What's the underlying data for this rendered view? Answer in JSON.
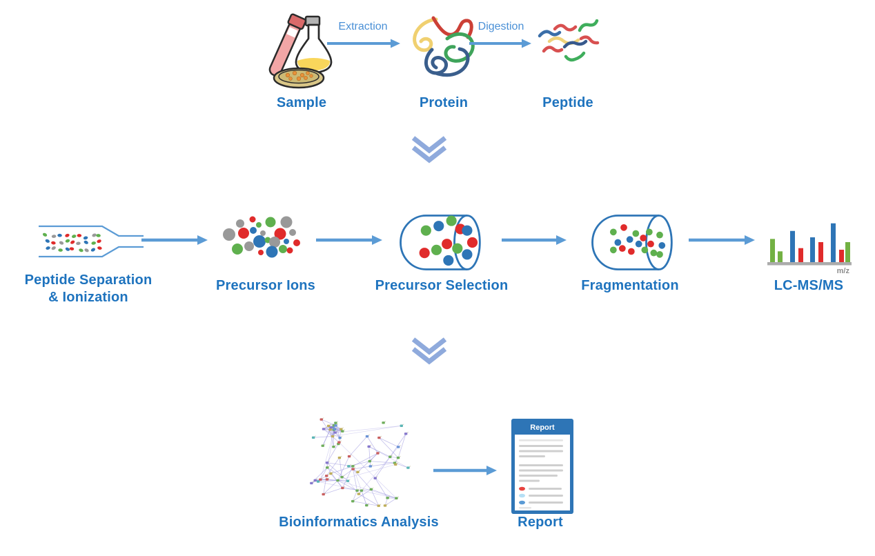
{
  "colors": {
    "label_blue": "#1E73BE",
    "arrow_blue": "#5B9BD5",
    "small_label_blue": "#4A90D6",
    "chevron_blue": "#8FAADC",
    "outline_blue": "#2E75B6",
    "dot_red": "#E02B2B",
    "dot_green": "#5FB04E",
    "dot_blue": "#2E75B6",
    "dot_gray": "#999999",
    "bar_green": "#73B143",
    "bar_blue": "#2E75B6",
    "bar_red": "#E02B2B",
    "axis_gray": "#ABABAB"
  },
  "row1": {
    "steps": [
      {
        "label": "Sample"
      },
      {
        "label": "Protein"
      },
      {
        "label": "Peptide"
      }
    ],
    "arrows": [
      {
        "label": "Extraction"
      },
      {
        "label": "Digestion"
      }
    ]
  },
  "row2": {
    "steps": [
      {
        "label_line1": "Peptide Separation",
        "label_line2": "& Ionization"
      },
      {
        "label": "Precursor Ions"
      },
      {
        "label": "Precursor Selection"
      },
      {
        "label": "Fragmentation"
      },
      {
        "label": "LC-MS/MS"
      }
    ]
  },
  "row3": {
    "steps": [
      {
        "label": "Bioinformatics Analysis"
      },
      {
        "label": "Report"
      }
    ]
  },
  "report_doc": {
    "title": "Report"
  },
  "ms_chart": {
    "type": "bar",
    "xlabel": "m/z",
    "bars": [
      {
        "color": "green",
        "height": 0.58
      },
      {
        "color": "green",
        "height": 0.27
      },
      {
        "color": "blue",
        "height": 0.78
      },
      {
        "color": "red",
        "height": 0.35
      },
      {
        "color": "blue",
        "height": 0.62
      },
      {
        "color": "red",
        "height": 0.5
      },
      {
        "color": "blue",
        "height": 0.97
      },
      {
        "color": "red",
        "height": 0.31
      },
      {
        "color": "green",
        "height": 0.5
      }
    ]
  }
}
